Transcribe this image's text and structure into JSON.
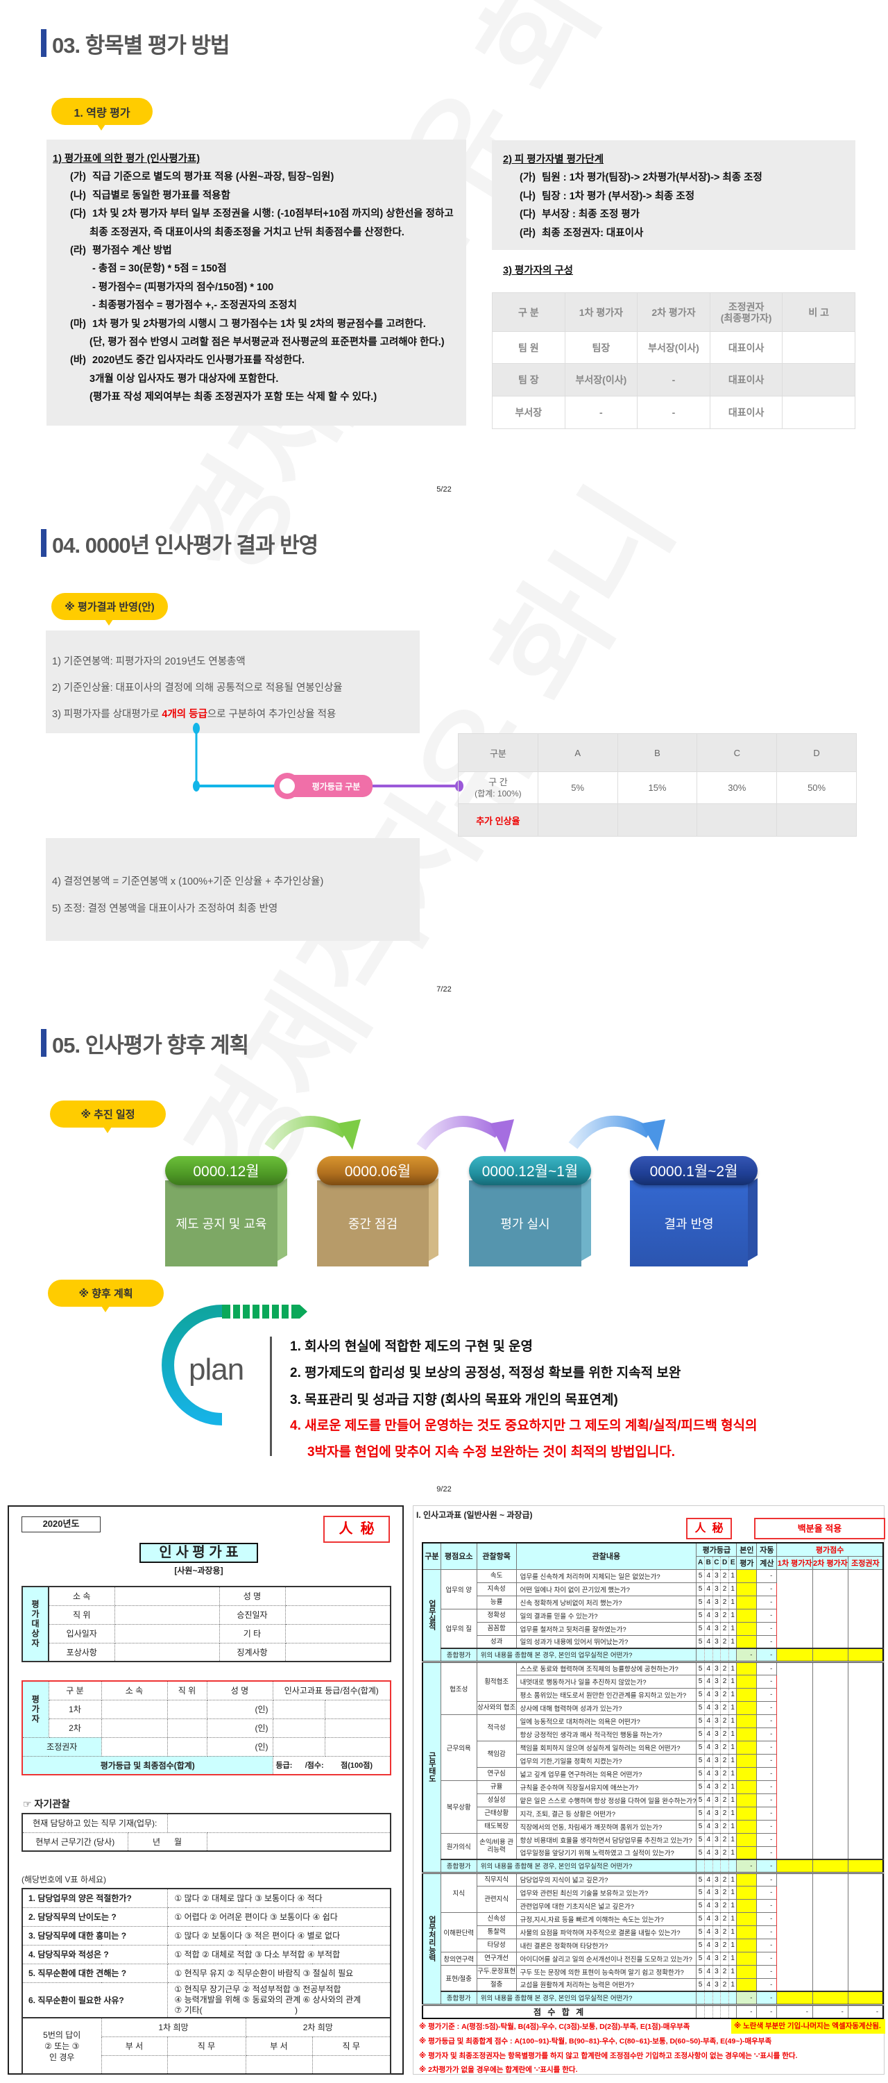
{
  "watermark": "경제적자유 화니",
  "section3": {
    "title": "03. 항목별 평가 방법",
    "bubble": "1. 역량 평가",
    "left": {
      "heading": "1) 평가표에 의한 평가 (인사평가표)",
      "items": [
        {
          "label": "(가)",
          "text": "직급 기준으로 별도의 평가표 적용 (사원~과장, 팀장~임원)"
        },
        {
          "label": "(나)",
          "text": "직급별로 동일한 평가표를 적용함"
        },
        {
          "label": "(다)",
          "text": "1차 및 2차 평가자 부터 일부 조정권을 시행: (-10점부터+10점 까지의) 상한선을 정하고",
          "cont": "최종 조정권자, 즉 대표이사의 최종조정을 거치고 난뒤 최종점수를 산정한다."
        },
        {
          "label": "(라)",
          "text": "평가점수 계산 방법",
          "sub": [
            "- 총점 = 30(문항) * 5점 = 150점",
            "- 평가점수= (피평가자의 점수/150점) * 100",
            "- 최종평가점수 = 평가점수 +,- 조정권자의 조정치"
          ]
        },
        {
          "label": "(마)",
          "text": "1차 평가 및 2차평가의 시행시 그 평가점수는 1차 및 2차의 평균점수를 고려한다.",
          "cont": "(단, 평가 점수 반영시 고려할 점은 부서평균과 전사평균의 표준편차를 고려해야 한다.)"
        },
        {
          "label": "(바)",
          "text": "2020년도 중간 입사자라도 인사평가표를 작성한다.",
          "cont": "3개월 이상 입사자도 평가 대상자에 포함한다.",
          "cont2": "(평가표 작성 제외여부는 최종 조정권자가 포함 또는 삭제 할 수 있다.)"
        }
      ]
    },
    "right": {
      "heading": "2) 피 평가자별 평가단계",
      "items": [
        {
          "label": "(가)",
          "text": "팀원 : 1차 평가(팀장)-> 2차평가(부서장)-> 최종 조정"
        },
        {
          "label": "(나)",
          "text": "팀장 : 1차 평가 (부서장)-> 최종 조정"
        },
        {
          "label": "(다)",
          "text": "부서장 : 최종 조정 평가"
        },
        {
          "label": "(라)",
          "text": "최종 조정권자: 대표이사"
        }
      ],
      "table_heading": "3) 평가자의 구성",
      "table": {
        "headers": [
          "구 분",
          "1차 평가자",
          "2차 평가자",
          "조정권자\n(최종평가자)",
          "비 고"
        ],
        "rows": [
          [
            "팀 원",
            "팀장",
            "부서장(이사)",
            "대표이사",
            ""
          ],
          [
            "팀 장",
            "부서장(이사)",
            "-",
            "대표이사",
            ""
          ],
          [
            "부서장",
            "-",
            "-",
            "대표이사",
            ""
          ]
        ]
      }
    },
    "page": "5/22"
  },
  "section4": {
    "title": "04. 0000년 인사평가 결과 반영",
    "bubble": "※ 평가결과 반영(안)",
    "lines": [
      "1) 기준연봉액: 피평가자의 2019년도 연봉총액",
      "2) 기준인상율: 대표이사의 결정에 의해 공통적으로 적용될 연봉인상율"
    ],
    "line3": {
      "pre": "3) 피평가자를 상대평가로 ",
      "highlight": "4개의 등급",
      "post": "으로 구분하여 추가인상율 적용"
    },
    "connector_label": "평가등급 구분",
    "table": {
      "headers": [
        "구분",
        "A",
        "B",
        "C",
        "D"
      ],
      "range_label": "구 간",
      "range_sub": "(합계: 100%)",
      "range_values": [
        "5%",
        "15%",
        "30%",
        "50%"
      ],
      "extra_label": "추가 인상율"
    },
    "lines2": [
      "4) 결정연봉액 = 기준연봉액 x (100%+기준 인상율 + 추가인상율)",
      "5) 조정: 결정 연봉액을 대표이사가 조정하여 최종 반영"
    ],
    "page": "7/22"
  },
  "section5": {
    "title": "05. 인사평가 향후 계획",
    "bubble1": "※ 추진 일정",
    "schedule": [
      {
        "date": "0000.12월",
        "label": "제도 공지 및 교육",
        "pill": "#4f9a26",
        "body": "#7da865",
        "side": "#95c07a"
      },
      {
        "date": "0000.06월",
        "label": "중간 점검",
        "pill": "#b06f1e",
        "body": "#b79b69",
        "side": "#d3b985"
      },
      {
        "date": "0000.12월~1월",
        "label": "평가 실시",
        "pill": "#21909f",
        "body": "#5595ae",
        "side": "#6fb3c9"
      },
      {
        "date": "0000.1월~2월",
        "label": "결과 반영",
        "pill": "#1f3f95",
        "body": "#2f5fc0",
        "side": "#2a50a8"
      }
    ],
    "bubble2": "※ 향후 계획",
    "plan_word": "plan",
    "plans": [
      "1. 회사의 현실에 적합한 제도의 구현 및 운영",
      "2. 평가제도의 합리성 및 보상의 공정성, 적정성 확보를 위한 지속적 보완",
      "3. 목표관리 및 성과급 지향 (회사의 목표와 개인의 목표연계)",
      "4. 새로운 제도를 만들어 운영하는 것도 중요하지만 그 제도의 계획/실적/피드백 형식의",
      "3박자를 현업에 맞추어 지속 수정 보완하는 것이 최적의 방법입니다."
    ],
    "page": "9/22"
  },
  "left_form": {
    "year": "2020년도",
    "secret": "人  秘",
    "title": "인 사 평 가 표",
    "subtitle": "[사원~과장용]",
    "target_label": "평가대상자",
    "target_rows": [
      [
        "소    속",
        "성    명"
      ],
      [
        "직    위",
        "승진일자"
      ],
      [
        "입사일자",
        "기    타"
      ],
      [
        "포상사항",
        "징계사항"
      ]
    ],
    "evaluator_label": "평가자",
    "evaluator_headers": [
      "구  분",
      "소  속",
      "직  위",
      "성  명",
      "인사고과표 등급/점수(합계)"
    ],
    "evaluator_rows": [
      "1차",
      "2차"
    ],
    "adjuster": "조정권자",
    "seal": "(인)",
    "final_label": "평가등급 및 최종점수(합계)",
    "final_value": "등급:      /점수:        점(100점)",
    "self_heading": "☞ 자기관찰",
    "self_rows": {
      "duty": "현재 담당하고 있는 직무 기재(업무):",
      "period": "현부서 근무기간 (당사)",
      "period_value": "년      월"
    },
    "instruction": "(해당번호에 V표 하세요)",
    "questions": [
      {
        "q": "1. 담당업무의 양은 적절한가?",
        "a": "① 많다  ② 대체로 많다  ③ 보통이다  ④ 적다"
      },
      {
        "q": "2. 담당직무의 난이도는 ?",
        "a": "① 어렵다 ② 어려운 편이다 ③ 보통이다 ④ 쉽다"
      },
      {
        "q": "3. 담당직무에 대한 흥미는 ?",
        "a": "① 많다 ② 보통이다 ③ 적은 편이다 ④ 별로 없다"
      },
      {
        "q": "4. 담당직무와 적성은 ?",
        "a": "① 적합  ② 대체로 적합 ③ 다소 부적합 ④ 부적합"
      },
      {
        "q": "5. 직무순환에 대한 견해는 ?",
        "a": "① 현직무 유지 ② 직무순환이 바람직 ③ 절실히 필요"
      },
      {
        "q": "6. 직무순환이 필요한 사유?",
        "a": "① 현직무 장기근무 ② 적성부적합 ③ 전공부적합",
        "a2": "④ 능력개발을 위해 ⑤ 동료와의 관계 ⑥ 상사와의 관계",
        "a3": "⑦ 기타(                                        )"
      }
    ],
    "wish_label": [
      "5번의 답이",
      "② 또는 ③",
      "인 경우"
    ],
    "wish1": "1차 희망",
    "wish2": "2차 희망",
    "wish_cols": [
      "부  서",
      "직  무",
      "부  서",
      "직  무"
    ]
  },
  "right_form": {
    "title": "I. 인사고과표 (일반사원 ~ 과장급)",
    "secret": "人  秘",
    "percent": "백분율 적용",
    "headers": {
      "section": "구분",
      "factor": "평점요소",
      "item": "관찰항목",
      "content": "관찰내용",
      "grade": "평가등급",
      "grade_letters": [
        "A",
        "B",
        "C",
        "D",
        "E"
      ],
      "self1": "본인",
      "self2": "평가",
      "auto1": "자동",
      "auto2": "계산",
      "score": "평가점수",
      "score_cols": [
        "1차 평가자",
        "2차 평가자",
        "조정권자"
      ]
    },
    "grade_values": [
      "5",
      "4",
      "3",
      "2",
      "1"
    ],
    "dash": "-",
    "summary_label": "종합평가",
    "summary_text": "위의 내용을 종합해 본 경우, 본인의 업무실적은 어떤가?",
    "sections": [
      {
        "name": "업무실적",
        "groups": [
          {
            "name": "업무의 양",
            "items": [
              {
                "name": "속도",
                "rows": [
                  "업무를 신속하게 처리하며 지체되는 일은 없었는가?"
                ]
              },
              {
                "name": "지속성",
                "rows": [
                  "어떤 일에나 차이 없이 끈기있게 했는가?"
                ]
              },
              {
                "name": "능률",
                "rows": [
                  "신속 정확하게 낭비없이 처리 했는가?"
                ]
              }
            ]
          },
          {
            "name": "업무의 질",
            "items": [
              {
                "name": "정확성",
                "rows": [
                  "일의 결과를 믿을 수 있는가?"
                ]
              },
              {
                "name": "꼼꼼함",
                "rows": [
                  "업무를 철저하고 뒷처리를 잘하였는가?"
                ]
              },
              {
                "name": "성과",
                "rows": [
                  "일의 성과가 내용에 있어서 뛰어났는가?"
                ]
              }
            ]
          }
        ]
      },
      {
        "name": "근무태도",
        "groups": [
          {
            "name": "협조성",
            "items": [
              {
                "name": "횡적협조",
                "rows": [
                  "스스로 동료와 협력하며 조직체의 능률향상에 공헌하는가?",
                  "내멋대로 행동하거나 일을 추진하지 않았는가?",
                  "평소 품위있는 태도로서 원만한 인간관계를 유지하고 있는가?"
                ]
              },
              {
                "name": "상사와의 협조",
                "rows": [
                  "상사에 대해 협력하며 성과가 있는가?"
                ]
              }
            ]
          },
          {
            "name": "근무의욕",
            "items": [
              {
                "name": "적극성",
                "rows": [
                  "일에 능동적으로 대처하려는 의욕은 어떤가?",
                  "항상 긍정적인 생각과 매사 적극적인 행동을 하는가?"
                ]
              },
              {
                "name": "책임감",
                "rows": [
                  "책임을 회피하지 않으며 성실하게 일하려는 의욕은 어떤가?",
                  "업무의 기한,기일을 정확히 지켰는가?"
                ]
              },
              {
                "name": "연구심",
                "rows": [
                  "넓고 깊게 업무를 연구하려는 의욕은 어떤가?"
                ]
              }
            ]
          },
          {
            "name": "복무상황",
            "items": [
              {
                "name": "규율",
                "rows": [
                  "규칙을 준수하며 직장질서유지에 애쓰는가?"
                ]
              },
              {
                "name": "성실성",
                "rows": [
                  "맡은 일은 스스로 수행하며 항상 정성을 다하여 일을 완수하는가?"
                ]
              },
              {
                "name": "근태상황",
                "rows": [
                  "지각, 조퇴, 결근 등 상황은 어떤가?"
                ]
              },
              {
                "name": "태도복장",
                "rows": [
                  "직장에서의 언동, 차림새가 깨끗하며 품위가 있는가?"
                ]
              }
            ]
          },
          {
            "name": "원가의식",
            "items": [
              {
                "name": "손익/비용 관리능력",
                "rows": [
                  "항상 비용대비 효율을 생각하면서 담당업무를 추진하고 있는가?",
                  "업무일정을 앞당기기 위해 노력하였고 그 실적이 있는가?"
                ]
              }
            ]
          }
        ]
      },
      {
        "name": "업무처리능력",
        "groups": [
          {
            "name": "지식",
            "items": [
              {
                "name": "직무지식",
                "rows": [
                  "담당업무의 지식이 넓고 깊은가?"
                ]
              },
              {
                "name": "관련지식",
                "rows": [
                  "업무와 관련된 최신의 기술을 보유하고 있는가?",
                  "관련업무에 대한 기초지식은 넓고 깊은가?"
                ]
              }
            ]
          },
          {
            "name": "이해판단력",
            "items": [
              {
                "name": "신속성",
                "rows": [
                  "규정,지시,자료 등을 빠르게 이해하는 속도는 있는가?"
                ]
              },
              {
                "name": "통찰력",
                "rows": [
                  "사물의 요점을 파악하며 자주적으로 결론을 내릴수 있는가?"
                ]
              },
              {
                "name": "타당성",
                "rows": [
                  "내린 결론은 정확하며 타당한가?"
                ]
              }
            ]
          },
          {
            "name": "창의연구력",
            "items": [
              {
                "name": "연구개선",
                "rows": [
                  "아이디어를 살리고 일의 순서개선이나 전진을 도모하고 있는가?"
                ]
              }
            ]
          },
          {
            "name": "표현/절충",
            "items": [
              {
                "name": "구두.문장표현",
                "rows": [
                  "구두 또는 문장에 의한 표현이 능숙하며 알기 쉽고 정확한가?"
                ]
              },
              {
                "name": "절충",
                "rows": [
                  "교섭을 원활하게 처리하는 능력은 어떤가?"
                ]
              }
            ]
          }
        ]
      }
    ],
    "total_label": "점 수 합 계",
    "notes": [
      "※ 평가기준 : A(평점:5점)-탁월, B(4점)-우수, C(3점)-보통, D(2점)-부족, E(1점)-매우부족",
      "※ 평가등급 및 최종합계 점수 : A(100~91)-탁월, B(90~81)-우수, C(80~61)-보통, D(60~50)-부족, E(49~)-매우부족",
      "※ 평가자 및 최종조정권자는 항목별평가를 하지 않고 합계란에 조정점수만 기입하고 조정사항이 없는 경우에는 '-'표시를 한다.",
      "※ 2차평가가 없을 경우에는 합계란에 '-'표시를 한다."
    ],
    "yellow_note": "※ 노란색 부분만 기입-나머지는 엑셀자동계산됨."
  },
  "colors": {
    "accent_bar": "#27479b",
    "bubble": "#ffcc00",
    "highlight_red": "#e00000",
    "cyan": "#ccffff",
    "yellow": "#ffff00",
    "connector_cyan": "#12b5e8",
    "connector_purple": "#9b59d9",
    "connector_pink": "#f06fa8"
  }
}
